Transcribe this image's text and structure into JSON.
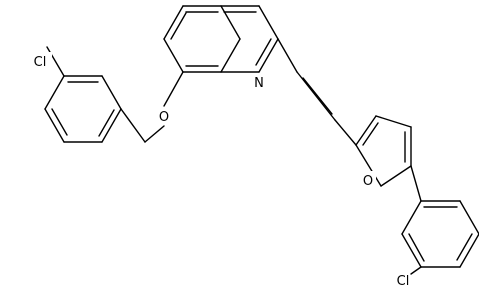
{
  "molecule": {
    "atom_labels": {
      "cl_left": "Cl",
      "oxygen_ether": "O",
      "nitrogen": "N",
      "oxygen_furan": "O",
      "cl_right": "Cl"
    }
  },
  "colors": {
    "bond": "#000000",
    "background": "#ffffff",
    "text": "#000000"
  }
}
